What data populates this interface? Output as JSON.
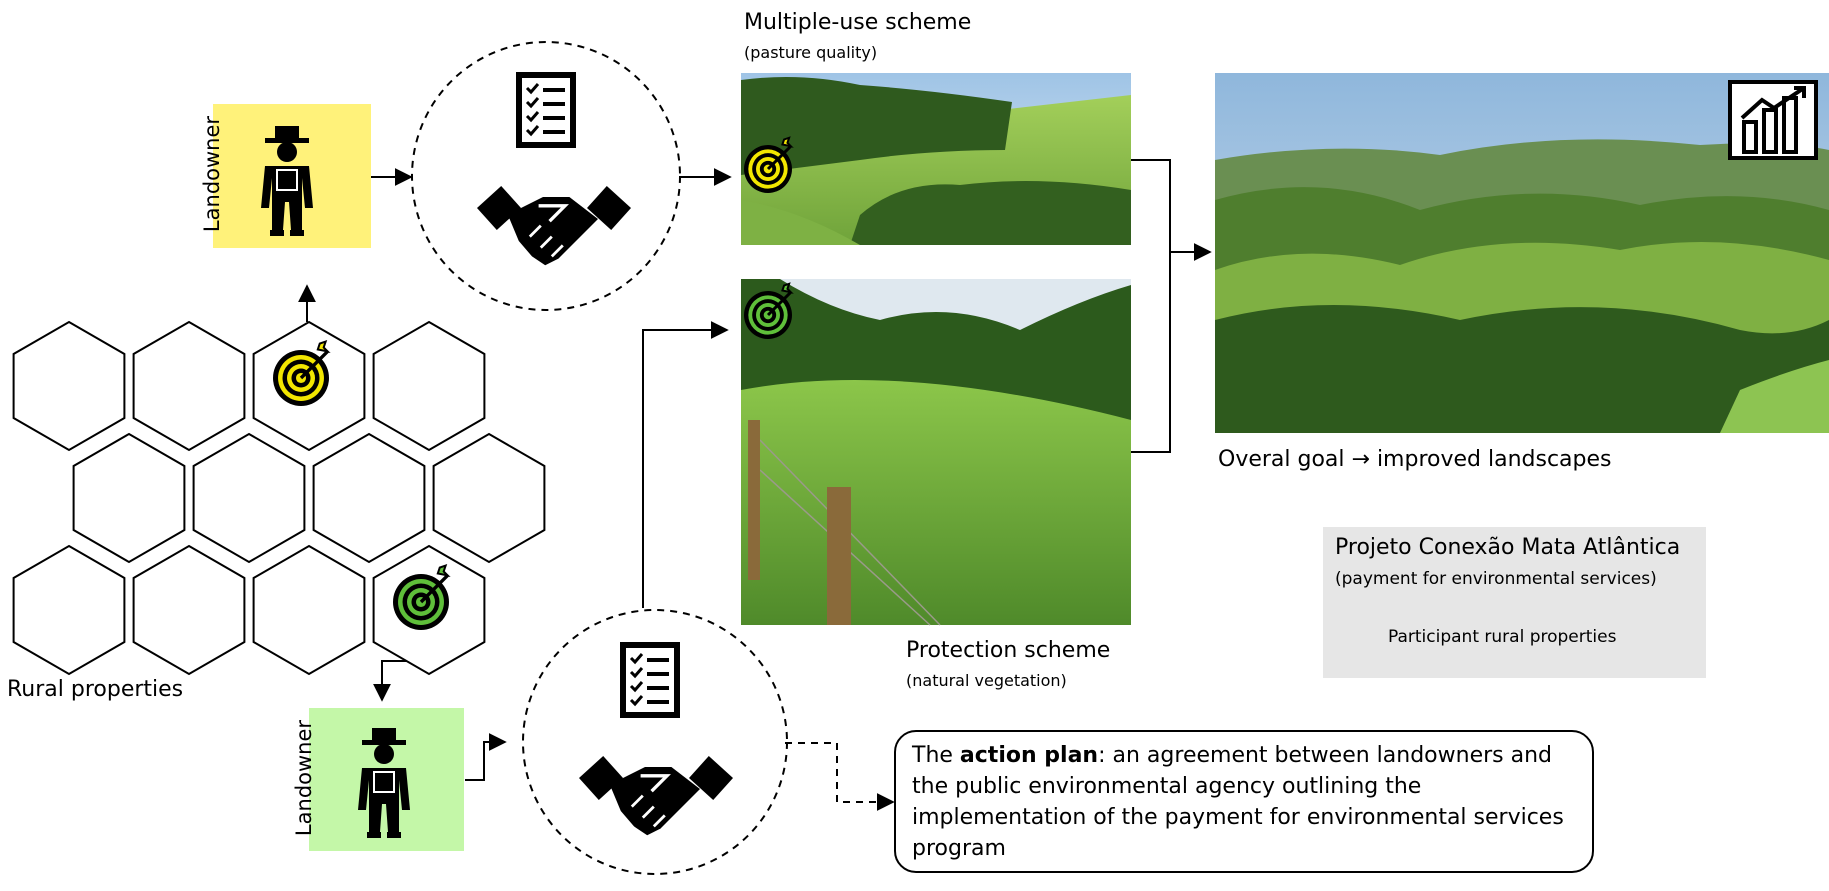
{
  "multiple_use": {
    "title": "Multiple-use scheme",
    "subtitle": "(pasture quality)"
  },
  "protection": {
    "title": "Protection scheme",
    "subtitle": "(natural vegetation)"
  },
  "goal": {
    "text": "Overal goal → improved landscapes"
  },
  "rural_properties": {
    "label": "Rural properties"
  },
  "landowner_top": {
    "label": "Landowner",
    "color": "#fff27a"
  },
  "landowner_bottom": {
    "label": "Landowner",
    "color": "#c4f7a8"
  },
  "legend": {
    "title": "Projeto Conexão Mata Atlântica",
    "subtitle": "(payment for environmental services)",
    "item": "Participant rural properties"
  },
  "action_plan": {
    "bold": "action plan",
    "prefix": "The ",
    "rest": ": an agreement between landowners and the public environmental agency outlining the implementation of the payment for environmental services program"
  },
  "colors": {
    "target_yellow": "#f2e600",
    "target_green": "#5fbf3a"
  },
  "icons": [
    "farmer-icon",
    "checklist-icon",
    "handshake-icon",
    "target-icon",
    "growth-chart-icon"
  ]
}
